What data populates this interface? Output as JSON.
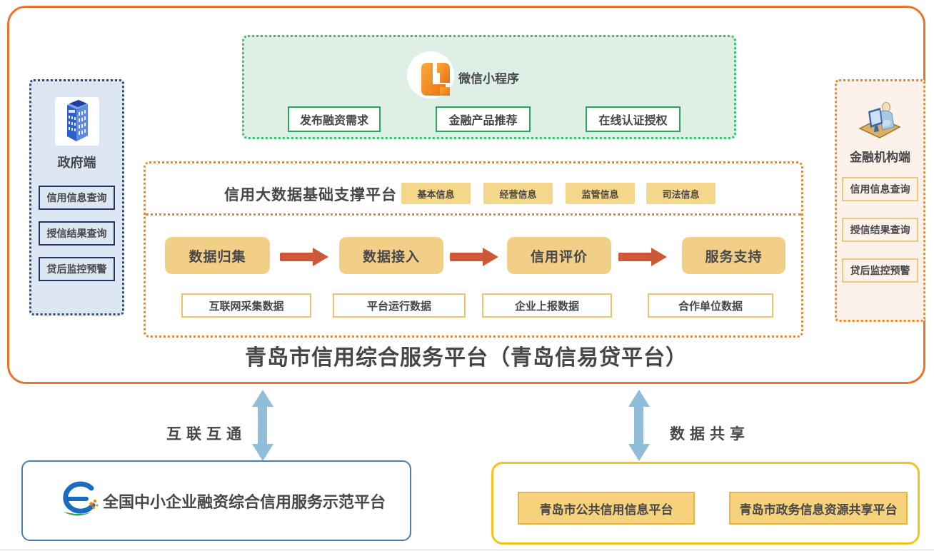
{
  "colors": {
    "outer_border": "#e8752b",
    "gold_fill": "#f2cf86",
    "gold_tag_fill": "#f5d78c",
    "gold_border": "#ecc36a",
    "green_border": "#3dbd74",
    "green_fill": "#def0e6",
    "green_button_border": "#27a65c",
    "navy_border": "#1f3864",
    "gov_panel_fill": "#dce7f3",
    "orange_dot_border": "#f08519",
    "fin_panel_fill": "#fcf2e9",
    "red_arrow": "#cc5839",
    "link_arrow_blue": "#90bed8",
    "national_box_border": "#4b80b5",
    "municipal_box_border": "#f4c31d",
    "text": "#47474b"
  },
  "main_platform": {
    "title": "青岛市信用综合服务平台（青岛信易贷平台）",
    "wechat_section": {
      "icon": "mini-program-logo",
      "label": "微信小程序",
      "buttons": [
        "发布融资需求",
        "金融产品推荐",
        "在线认证授权"
      ]
    },
    "bigdata_section": {
      "title": "信用大数据基础支撑平台",
      "info_tags": [
        "基本信息",
        "经营信息",
        "监管信息",
        "司法信息"
      ],
      "flow_steps": [
        "数据归集",
        "数据接入",
        "信用评价",
        "服务支持"
      ],
      "data_sources": [
        "互联网采集数据",
        "平台运行数据",
        "企业上报数据",
        "合作单位数据"
      ]
    },
    "government_panel": {
      "icon": "government-building-icon",
      "title": "政府端",
      "items": [
        "信用信息查询",
        "授信结果查询",
        "贷后监控预警"
      ]
    },
    "financial_panel": {
      "icon": "operator-at-desk-icon",
      "title": "金融机构端",
      "items": [
        "信用信息查询",
        "授信结果查询",
        "贷后监控预警"
      ]
    }
  },
  "connections": {
    "left_label": "互联互通",
    "right_label": "数据共享"
  },
  "national_platform": {
    "icon": "credit-service-e-logo",
    "label": "全国中小企业融资综合信用服务示范平台"
  },
  "municipal_box": {
    "items": [
      "青岛市公共信用信息平台",
      "青岛市政务信息资源共享平台"
    ]
  }
}
